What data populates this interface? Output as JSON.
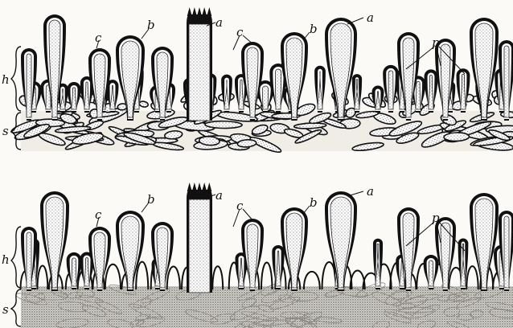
{
  "figure": {
    "labels": {
      "a": "a",
      "b": "b",
      "c": "c",
      "p": "p",
      "h": "h",
      "s": "s"
    }
  }
}
